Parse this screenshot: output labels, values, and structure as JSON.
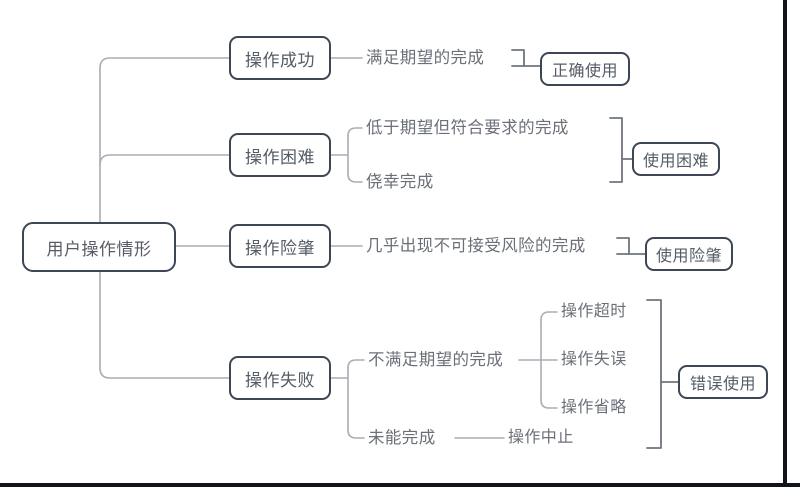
{
  "diagram": {
    "title": "用户操作情形",
    "type": "mind-map",
    "colors": {
      "box_border": "#3d4654",
      "text": "#555c66",
      "leaf_text": "#6b7078",
      "connector": "#9aa0a6",
      "bracket": "#6b7078",
      "background": "#ffffff",
      "frame": "#111418"
    },
    "root": {
      "label": "用户操作情形"
    },
    "branches": [
      {
        "label": "操作成功",
        "children": [
          {
            "label": "满足期望的完成",
            "children": []
          }
        ],
        "summary": "正确使用"
      },
      {
        "label": "操作困难",
        "children": [
          {
            "label": "低于期望但符合要求的完成",
            "children": []
          },
          {
            "label": "侥幸完成",
            "children": []
          }
        ],
        "summary": "使用困难"
      },
      {
        "label": "操作险肇",
        "children": [
          {
            "label": "几乎出现不可接受风险的完成",
            "children": []
          }
        ],
        "summary": "使用险肇"
      },
      {
        "label": "操作失败",
        "children": [
          {
            "label": "不满足期望的完成",
            "children": [
              {
                "label": "操作超时"
              },
              {
                "label": "操作失误"
              },
              {
                "label": "操作省略"
              }
            ]
          },
          {
            "label": "未能完成",
            "children": [
              {
                "label": "操作中止"
              }
            ]
          }
        ],
        "summary": "错误使用"
      }
    ]
  }
}
